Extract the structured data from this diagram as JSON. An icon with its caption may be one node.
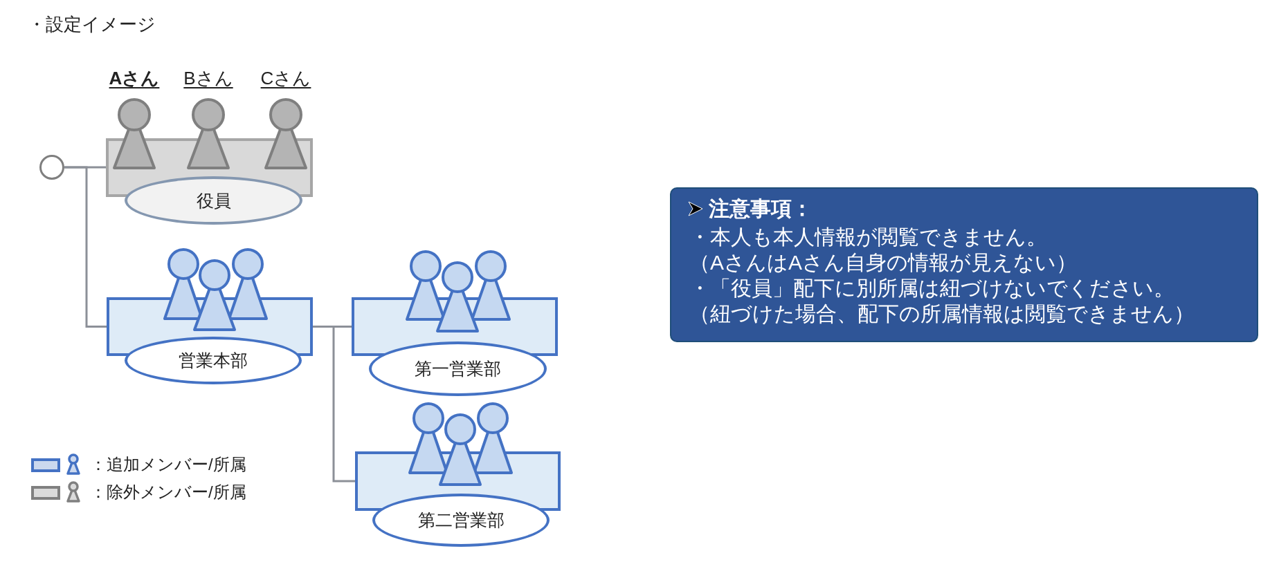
{
  "diagram": {
    "title": "・設定イメージ",
    "nodes": [
      {
        "text": [
          "役員"
        ]
      },
      {
        "text": [
          "Aさん"
        ]
      },
      {
        "text": [
          "Bさん"
        ]
      },
      {
        "text": [
          "Cさん"
        ]
      },
      {
        "text": [],
        "shape": "circle"
      },
      {
        "text": [
          "営業本部"
        ]
      },
      {
        "text": [],
        "shape": "person"
      },
      {
        "text": [],
        "shape": "person"
      },
      {
        "text": [],
        "shape": "person"
      },
      {
        "text": [
          "第一営業部"
        ]
      },
      {
        "text": [],
        "shape": "person"
      },
      {
        "text": [],
        "shape": "person"
      },
      {
        "text": [],
        "shape": "person"
      },
      {
        "text": [
          "第二営業部"
        ]
      },
      {
        "text": [],
        "shape": "person"
      },
      {
        "text": [],
        "shape": "person"
      },
      {
        "text": [],
        "shape": "person"
      },
      {
        "text": [
          "注意事項：",
          "・本人も本人情報が閲覧できません。",
          "（AさんはAさん自身の情報が見えない）",
          "・「役員」配下に別所属は紐づけないでください。",
          "（紐づけた場合、配下の所属情報は閲覧できません）"
        ]
      }
    ],
    "edges": [
      {
        "from": 4,
        "to": 0,
        "arrow": "none"
      },
      {
        "from": 4,
        "to": 5,
        "arrow": "none"
      },
      {
        "from": 5,
        "to": 9,
        "arrow": "none"
      },
      {
        "from": 5,
        "to": 13,
        "arrow": "none"
      }
    ],
    "legend": [
      {
        "text": "：追加メンバー/所属",
        "color": "#4472c4"
      },
      {
        "text": "：除外メンバー/所属",
        "color": "#808080"
      }
    ]
  }
}
